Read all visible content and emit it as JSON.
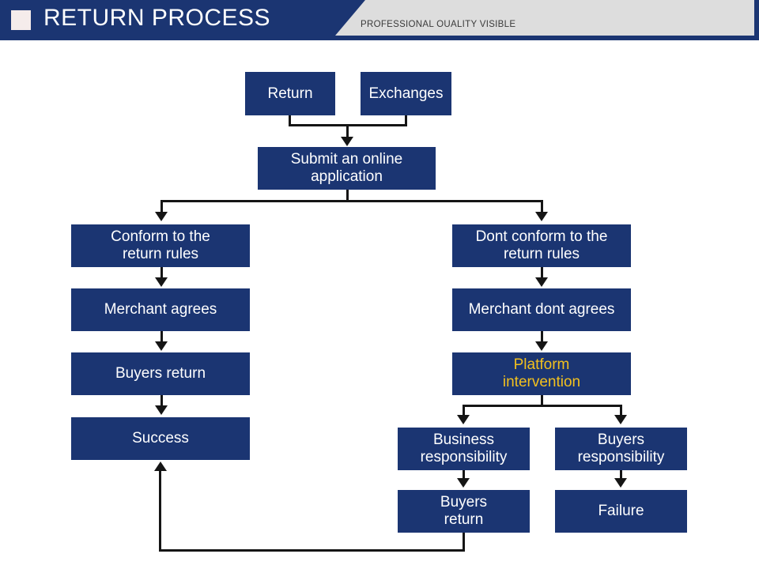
{
  "header": {
    "title": "RETURN PROCESS",
    "tagline": "PROFESSIONAL OUALITY VISIBLE",
    "navy": "#1b3572",
    "gray": "#dddddd",
    "square": "#f5eceb"
  },
  "theme": {
    "box_fill": "#1b3572",
    "box_text": "#ffffff",
    "accent_text": "#f2c01e",
    "connector": "#151515",
    "background": "#ffffff"
  },
  "diagram": {
    "title": "Return process flowchart",
    "nodes": [
      {
        "id": "return",
        "label": "Return"
      },
      {
        "id": "exchanges",
        "label": "Exchanges"
      },
      {
        "id": "submit",
        "label": "Submit an online\napplication"
      },
      {
        "id": "conform",
        "label": "Conform to the\nreturn rules"
      },
      {
        "id": "dont-conform",
        "label": "Dont conform to the\nreturn rules"
      },
      {
        "id": "merchant-agrees",
        "label": "Merchant agrees"
      },
      {
        "id": "merchant-dont",
        "label": "Merchant dont agrees"
      },
      {
        "id": "buyers-return-left",
        "label": "Buyers return"
      },
      {
        "id": "platform",
        "label": "Platform\nintervention"
      },
      {
        "id": "success",
        "label": "Success"
      },
      {
        "id": "business-resp",
        "label": "Business\nresponsibility"
      },
      {
        "id": "buyers-resp",
        "label": "Buyers\nresponsibility"
      },
      {
        "id": "buyers-return-right",
        "label": "Buyers\nreturn"
      },
      {
        "id": "failure",
        "label": "Failure"
      }
    ],
    "edges": [
      {
        "from": "return",
        "to": "submit"
      },
      {
        "from": "exchanges",
        "to": "submit"
      },
      {
        "from": "submit",
        "to": "conform"
      },
      {
        "from": "submit",
        "to": "dont-conform"
      },
      {
        "from": "conform",
        "to": "merchant-agrees"
      },
      {
        "from": "merchant-agrees",
        "to": "buyers-return-left"
      },
      {
        "from": "buyers-return-left",
        "to": "success"
      },
      {
        "from": "dont-conform",
        "to": "merchant-dont"
      },
      {
        "from": "merchant-dont",
        "to": "platform"
      },
      {
        "from": "platform",
        "to": "business-resp"
      },
      {
        "from": "platform",
        "to": "buyers-resp"
      },
      {
        "from": "business-resp",
        "to": "buyers-return-right"
      },
      {
        "from": "buyers-resp",
        "to": "failure"
      },
      {
        "from": "buyers-return-right",
        "to": "success"
      }
    ]
  }
}
